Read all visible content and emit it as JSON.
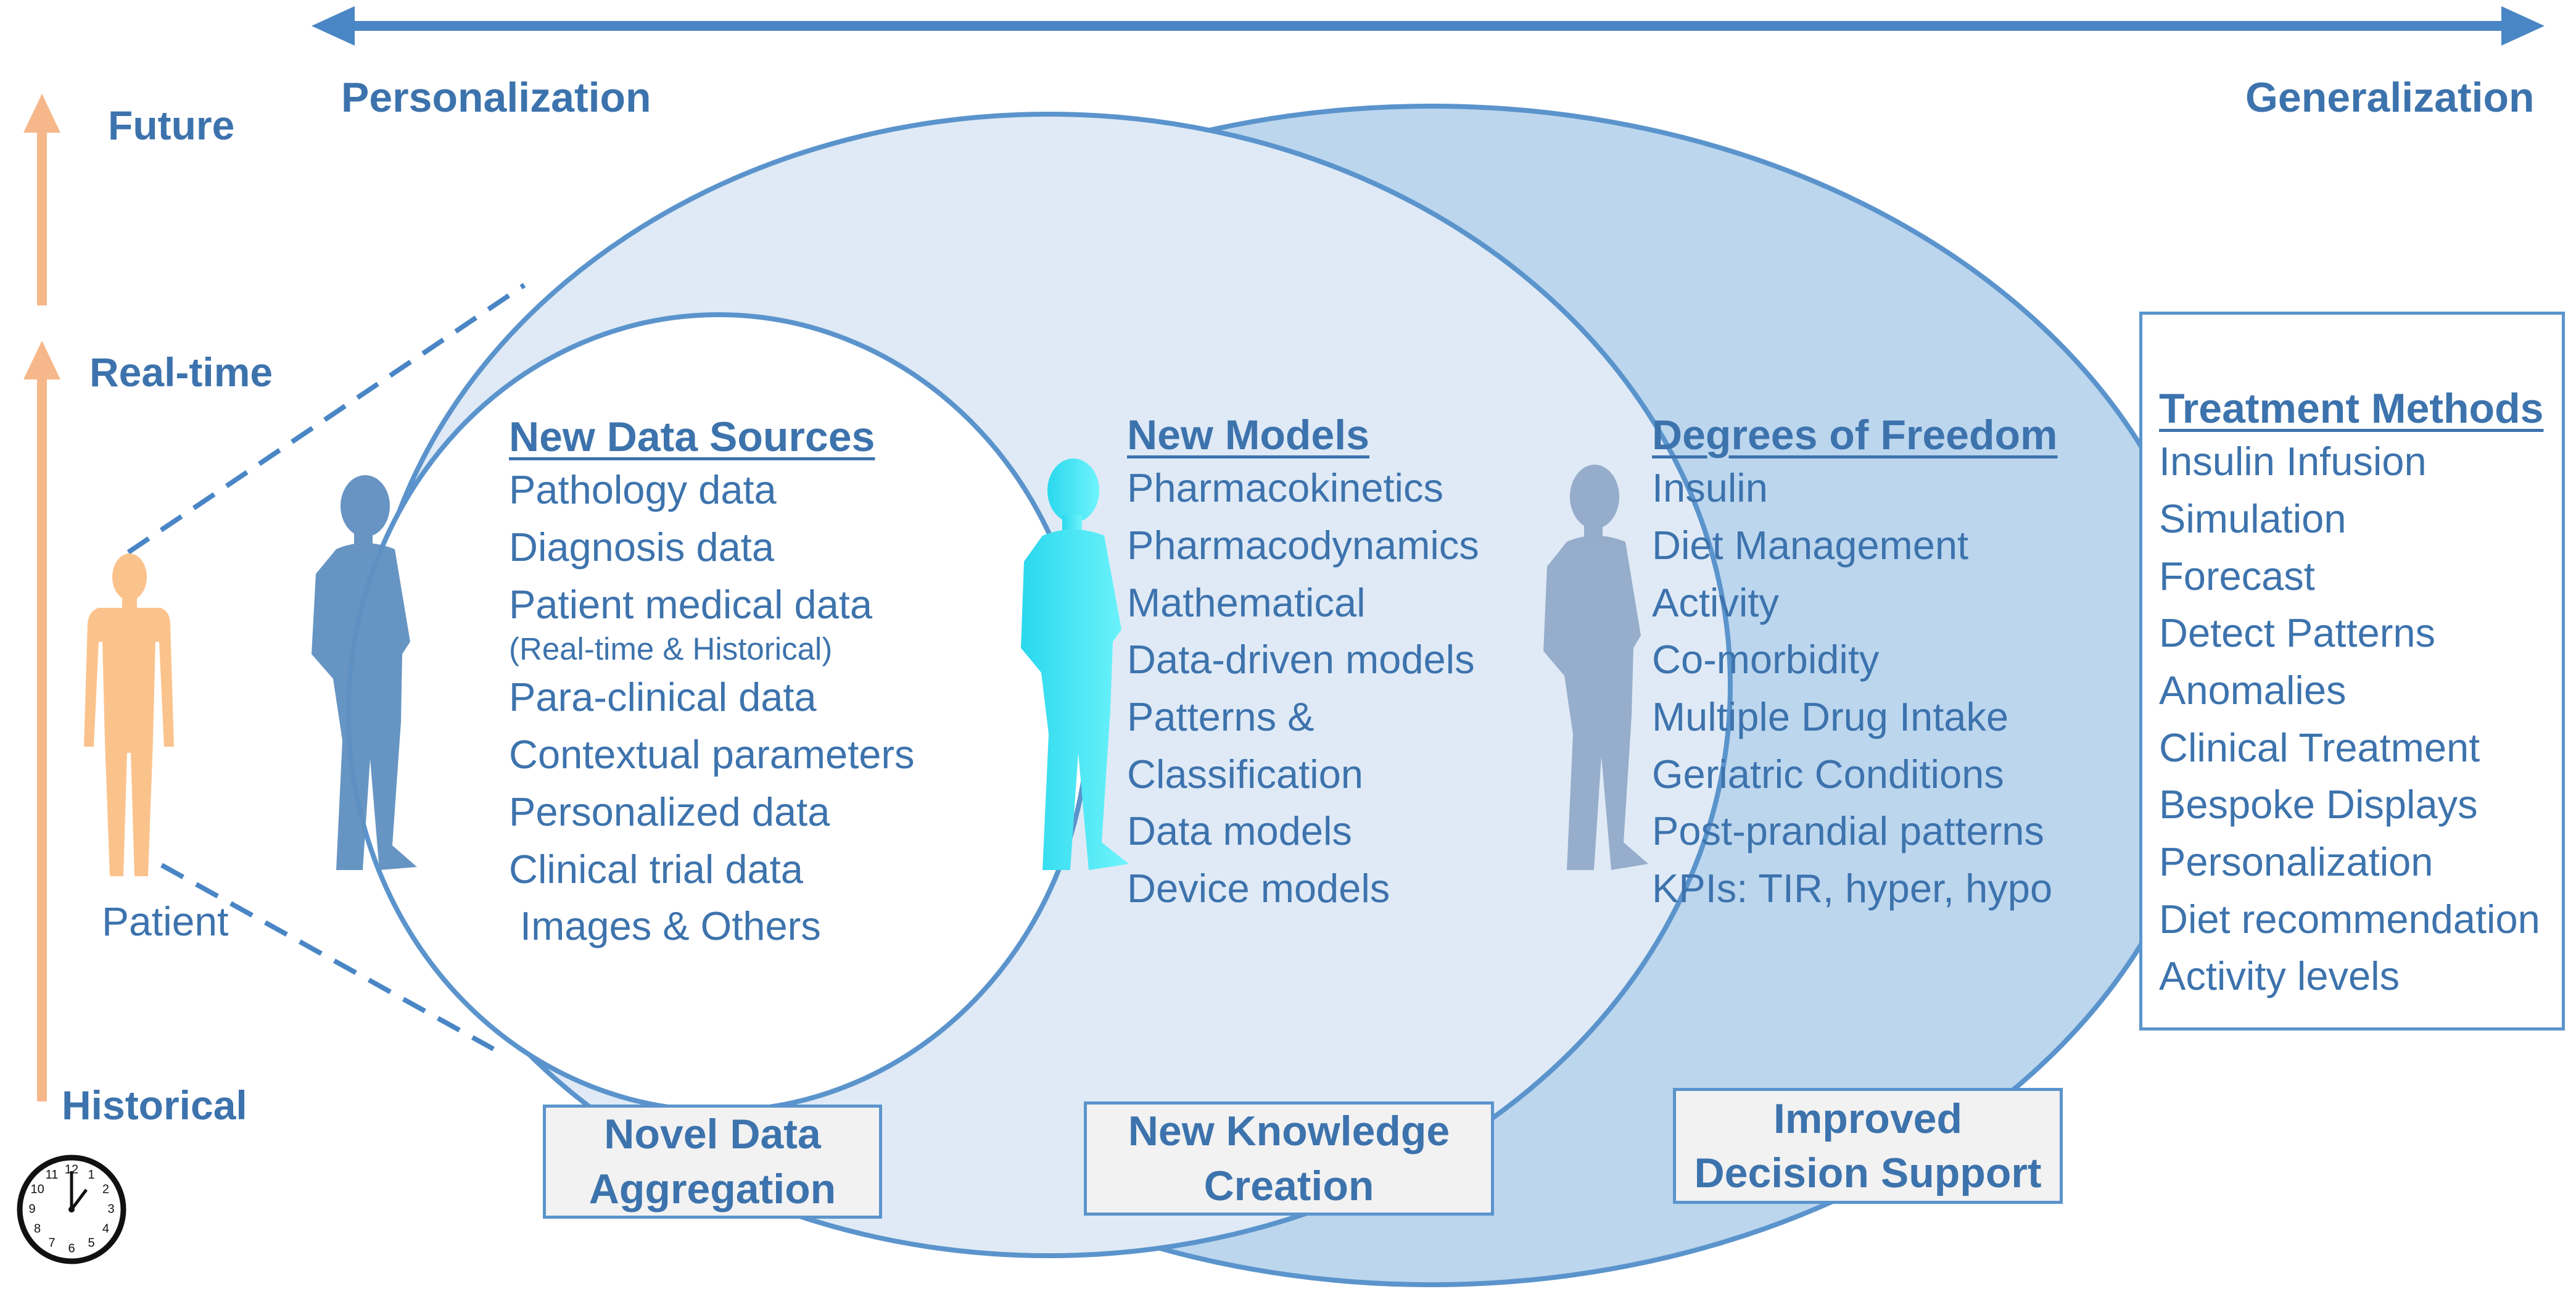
{
  "axis": {
    "left_label": "Personalization",
    "right_label": "Generalization"
  },
  "time": {
    "future": "Future",
    "real_time": "Real-time",
    "historical": "Historical"
  },
  "patient_label": "Patient",
  "data_sources": {
    "title": "New Data Sources",
    "items": [
      "Pathology data",
      "Diagnosis data",
      "Patient medical data"
    ],
    "note": "(Real-time & Historical)",
    "items2": [
      "Para-clinical data",
      "Contextual parameters",
      "Personalized data",
      "Clinical trial data",
      " Images & Others"
    ]
  },
  "models": {
    "title": "New Models",
    "items": [
      "Pharmacokinetics",
      "Pharmacodynamics",
      "Mathematical",
      "Data-driven models",
      "Patterns &",
      "Classification",
      "Data models",
      "Device models"
    ]
  },
  "freedom": {
    "title": "Degrees of Freedom",
    "items": [
      "Insulin",
      "Diet Management",
      "Activity",
      "Co-morbidity",
      "Multiple Drug Intake",
      "Geriatric Conditions",
      "Post-prandial patterns",
      "KPIs: TIR, hyper, hypo"
    ]
  },
  "treatment": {
    "title": "Treatment Methods",
    "items": [
      "Insulin Infusion",
      "Simulation",
      "Forecast",
      "Detect Patterns",
      "Anomalies",
      "Clinical Treatment",
      "Bespoke Displays",
      "Personalization",
      "Diet recommendation",
      "Activity levels"
    ]
  },
  "boxes": {
    "aggregation": [
      "Novel Data",
      "Aggregation"
    ],
    "knowledge": [
      "New Knowledge",
      "Creation"
    ],
    "decision": [
      "Improved",
      "Decision Support"
    ]
  },
  "clock": {
    "numbers": [
      "12",
      "1",
      "2",
      "3",
      "4",
      "5",
      "6",
      "7",
      "8",
      "9",
      "10",
      "11"
    ]
  },
  "colors": {
    "text_blue": "#3d73ad",
    "arrow_blue": "#4a86c5",
    "orange_arrow": "#f6b88a",
    "figure_orange": "#fbc38c",
    "outer_ellipse": "#bcd6ee",
    "middle_ellipse": "#dfeaf6",
    "inner_circle": "#ffffff",
    "border_blue": "#5b94cc"
  },
  "icons": {
    "silhouette_1": "person-silhouette-icon",
    "silhouette_2": "person-silhouette-icon",
    "silhouette_3": "person-silhouette-icon",
    "patient": "person-icon",
    "clock": "clock-icon"
  }
}
